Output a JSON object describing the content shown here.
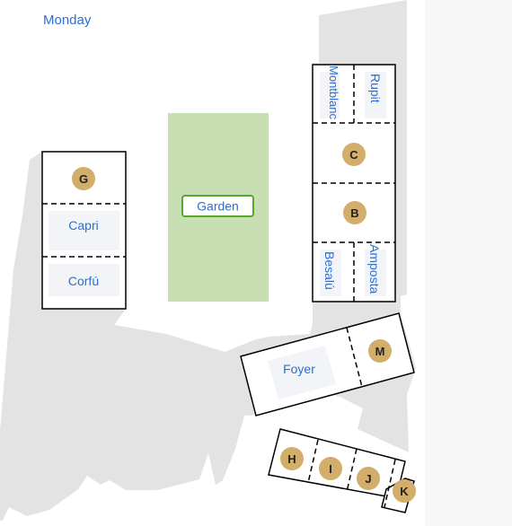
{
  "header": {
    "day": "Monday"
  },
  "colors": {
    "label": "#2a6fd6",
    "floor": "#e3e3e3",
    "side_panel": "#f7f7f7",
    "garden_fill": "#c8dfb4",
    "garden_border": "#54a82b",
    "badge": "#d3ad6a"
  },
  "areas": {
    "garden": "Garden",
    "foyer": "Foyer"
  },
  "rooms": {
    "capri": "Capri",
    "corfu": "Corfú",
    "montblanc": "Montblanc",
    "rupit": "Rupit",
    "besalu": "Besalú",
    "amposta": "Amposta"
  },
  "markers": {
    "g": "G",
    "c": "C",
    "b": "B",
    "m": "M",
    "h": "H",
    "i": "I",
    "j": "J",
    "k": "K"
  }
}
